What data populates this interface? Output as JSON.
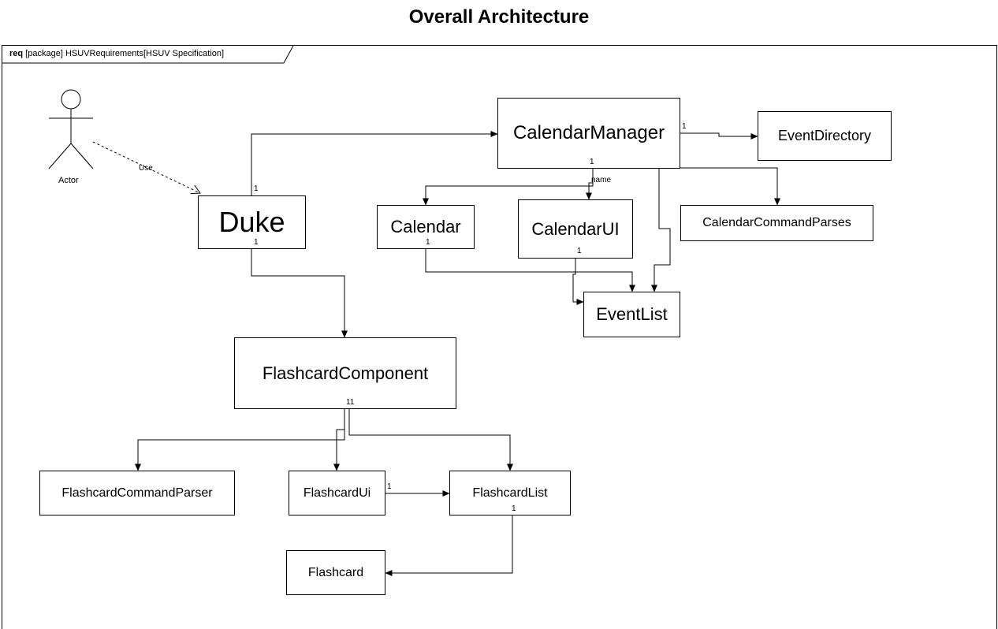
{
  "title": "Overall Architecture",
  "frame": {
    "keyword": "req",
    "rest": " [package] HSUVRequirements[HSUV Specification]"
  },
  "actor": {
    "label": "Actor",
    "use_label": "Use"
  },
  "nodes": {
    "duke": "Duke",
    "calendar_manager": "CalendarManager",
    "event_directory": "EventDirectory",
    "calendar": "Calendar",
    "calendar_ui": "CalendarUI",
    "calendar_command_parses": "CalendarCommandParses",
    "event_list": "EventList",
    "flashcard_component": "FlashcardComponent",
    "flashcard_command_parser": "FlashcardCommandParser",
    "flashcard_ui": "FlashcardUi",
    "flashcard_list": "FlashcardList",
    "flashcard": "Flashcard"
  },
  "multiplicities": {
    "duke_top": "1",
    "duke_bottom": "1",
    "cm_right": "1",
    "cm_bottom": "1",
    "calendar_bottom": "1",
    "calendar_ui_bottom": "1",
    "fc_bottom": "11",
    "fui_right": "1",
    "flist_bottom": "1"
  },
  "edge_labels": {
    "name": "name"
  }
}
